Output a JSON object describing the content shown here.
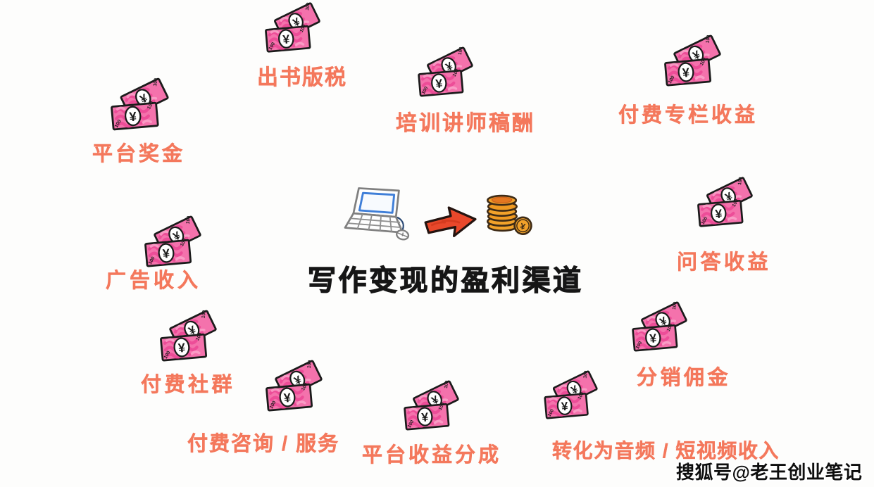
{
  "page": {
    "title": "写作变现的盈利渠道",
    "watermark": "搜狐号@老王创业笔记"
  },
  "center": {
    "laptop_icon": "laptop-computer-with-mouse",
    "arrow_icon": "red-right-arrow",
    "coins_icon": "stack-of-gold-coins",
    "bill_amount": "100",
    "currency_symbol": "¥"
  },
  "channels": [
    {
      "label": "出书版税"
    },
    {
      "label": "培训讲师稿酬"
    },
    {
      "label": "付费专栏收益"
    },
    {
      "label": "平台奖金"
    },
    {
      "label": "广告收入"
    },
    {
      "label": "问答收益"
    },
    {
      "label": "付费社群"
    },
    {
      "label": "分销佣金"
    },
    {
      "label": "付费咨询 / 服务"
    },
    {
      "label": "平台收益分成"
    },
    {
      "label": "转化为音频 / 短视频收入"
    }
  ],
  "colors": {
    "label_orange": "#F4785C",
    "title_black": "#161616",
    "bill_pink": "#F472AC",
    "bill_pink_dark": "#E72F88",
    "bill_pink_light": "#FAA6CC",
    "arrow_red": "#E9482B",
    "coin_gold": "#F2A22A",
    "screen_blue": "#3E7ED8",
    "outline_black": "#1B1B1B"
  }
}
